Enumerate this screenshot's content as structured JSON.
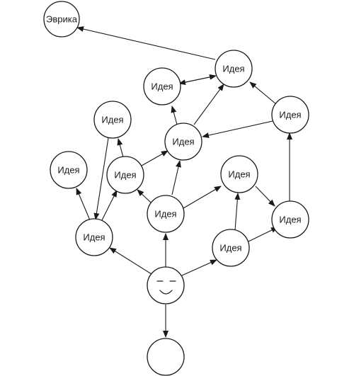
{
  "diagram": {
    "nodes": {
      "eureka": "Эврика",
      "idea_top": "Идея",
      "idea_upper_left": "Идея",
      "idea_right_upper": "Идея",
      "idea_center": "Идея",
      "idea_left_top": "Идея",
      "idea_far_left": "Идея",
      "idea_left_mid": "Идея",
      "idea_mid_right": "Идея",
      "idea_center_low": "Идея",
      "idea_right_low": "Идея",
      "idea_left_low": "Идея",
      "idea_bottom_right": "Идея",
      "start_face": "",
      "end_blank": ""
    }
  }
}
